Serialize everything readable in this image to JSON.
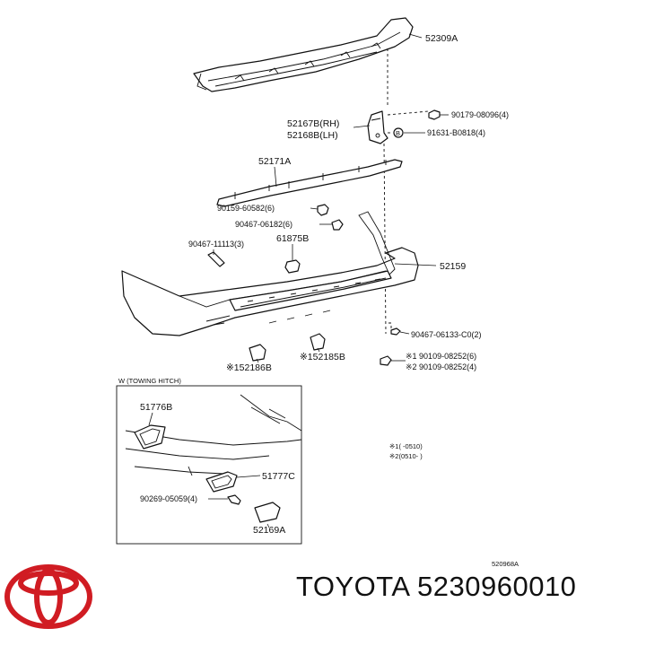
{
  "brand": {
    "name": "TOYOTA",
    "part_number": "5230960010",
    "color": "#d01c23"
  },
  "diagram": {
    "code": "520968A",
    "inset_title": "W (TOWING HITCH)",
    "labels": {
      "p52309A": "52309A",
      "p52167B": "52167B(RH)",
      "p52168B": "52168B(LH)",
      "p90179": "90179-08096(4)",
      "p91631": "91631-B0818(4)",
      "p91631_badge": "B",
      "p52171A": "52171A",
      "p90159": "90159-60582(6)",
      "p90467a": "90467-06182(6)",
      "p90467b": "90467-11113(3)",
      "p61875B": "61875B",
      "p52159": "52159",
      "p90467c": "90467-06133-C0(2)",
      "p90109a": "※1 90109-08252(6)",
      "p90109b": "※2 90109-08252(4)",
      "p52186B": "※152186B",
      "p52185B": "※152185B",
      "p51776B": "51776B",
      "p51777C": "51777C",
      "p90269": "90269-05059(4)",
      "p52169A": "52169A",
      "note1": "※1(     -0510)",
      "note2": "※2(0510-     )"
    }
  }
}
